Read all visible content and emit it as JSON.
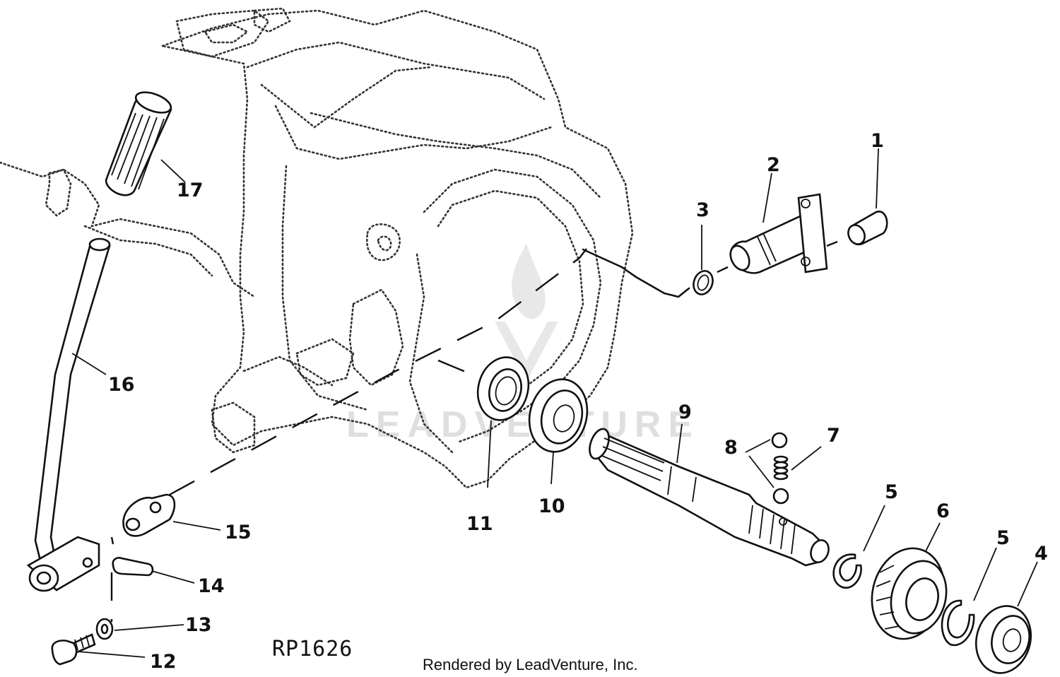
{
  "diagram": {
    "reference_code": "RP1626",
    "credit": "Rendered by LeadVenture, Inc.",
    "watermark": "LEADVENTURE",
    "callouts": {
      "c1": "1",
      "c2": "2",
      "c3": "3",
      "c4": "4",
      "c5a": "5",
      "c5b": "5",
      "c6": "6",
      "c7": "7",
      "c8": "8",
      "c9": "9",
      "c10": "10",
      "c11": "11",
      "c12": "12",
      "c13": "13",
      "c14": "14",
      "c15": "15",
      "c16": "16",
      "c17": "17"
    }
  }
}
